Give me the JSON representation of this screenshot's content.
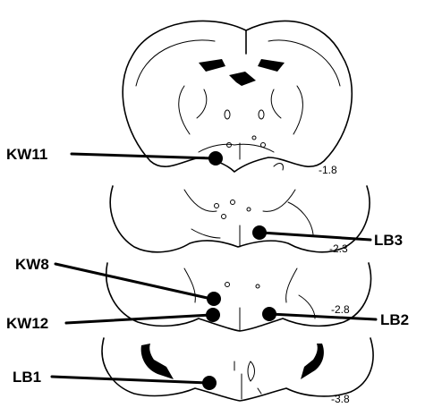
{
  "figure": {
    "labels": [
      {
        "text": "KW11"
      },
      {
        "text": "LB3"
      },
      {
        "text": "KW8"
      },
      {
        "text": "KW12"
      },
      {
        "text": "LB2"
      },
      {
        "text": "LB1"
      }
    ],
    "levels": [
      "-1.8",
      "-2.3",
      "-2.8",
      "-3.8"
    ]
  },
  "colors": {
    "ink": "#000000",
    "background": "#ffffff"
  }
}
